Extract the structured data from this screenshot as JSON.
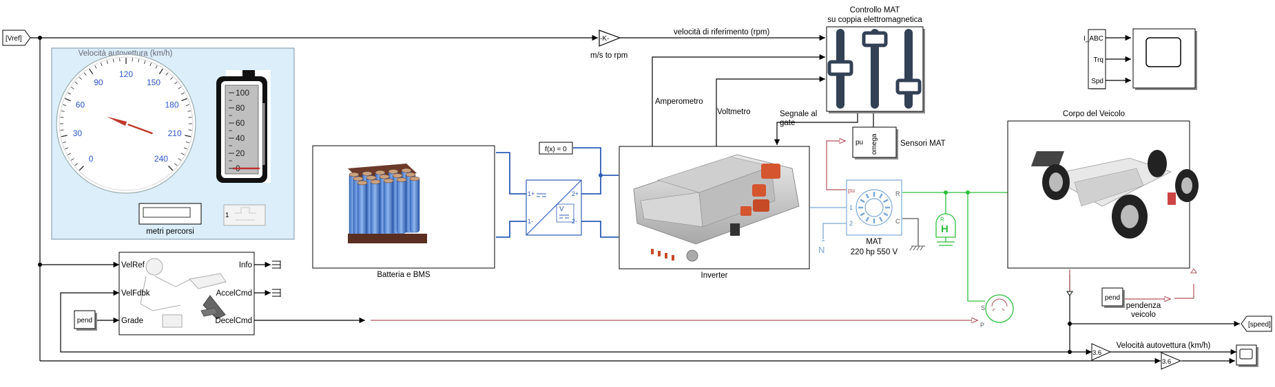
{
  "goto_vref": "[Vref]",
  "goto_speed": "[speed]",
  "gain_k": {
    "value": "-K-",
    "caption": "m/s to rpm"
  },
  "signal_vel_rif": "velocità di riferimento (rpm)",
  "control": {
    "title1": "Controllo MAT",
    "title2": "su coppia elettromagnetica"
  },
  "amperometro": "Amperometro",
  "voltmetro": "Voltmetro",
  "segnale_gate": [
    "Segnale al",
    "gate"
  ],
  "sensori": {
    "port_in": "pu",
    "port_out": "omega",
    "caption": "Sensori MAT"
  },
  "dashboard": {
    "title": "Velocità autovettura (km/h)",
    "gauge_ticks": [
      "0",
      "30",
      "60",
      "90",
      "120",
      "150",
      "180",
      "210",
      "240"
    ],
    "gauge_value": 58,
    "gauge_max": 240,
    "bar_ticks": [
      "100",
      "80",
      "60",
      "40",
      "20",
      "0"
    ],
    "display_caption": "metri percorsi",
    "integrator_port": "1"
  },
  "scope_mux_labels": [
    "I_ABC",
    "Trq",
    "Spd"
  ],
  "battery_caption": "Batteria  e BMS",
  "fx_block": "f(x) = 0",
  "dcdc_ports": [
    "1+",
    "1-",
    "2+",
    "2-"
  ],
  "inverter_caption": "Inverter",
  "motor": {
    "caption1": "MAT",
    "caption2": "220 hp 550 V",
    "ports": [
      "pu",
      "1",
      "2",
      "R",
      "C"
    ]
  },
  "body_caption": "Corpo del Veicolo",
  "driver": {
    "inputs": [
      "VelRef",
      "VelFdbk",
      "Grade"
    ],
    "outputs": [
      "Info",
      "AccelCmd",
      "DecelCmd"
    ]
  },
  "pend_label": "pend",
  "pendenza_caption": [
    "pendenza",
    "veicolo"
  ],
  "brake_ports": [
    "S",
    "P"
  ],
  "gain_36": "3.6",
  "signal_vel_auto": "Velocità autovettura (km/h)",
  "colors": {
    "physical": "#2b5bb5",
    "simscape": "#b0505a",
    "mechanical": "#2bbf3b",
    "dashboard_bg": "#dbeefa"
  }
}
